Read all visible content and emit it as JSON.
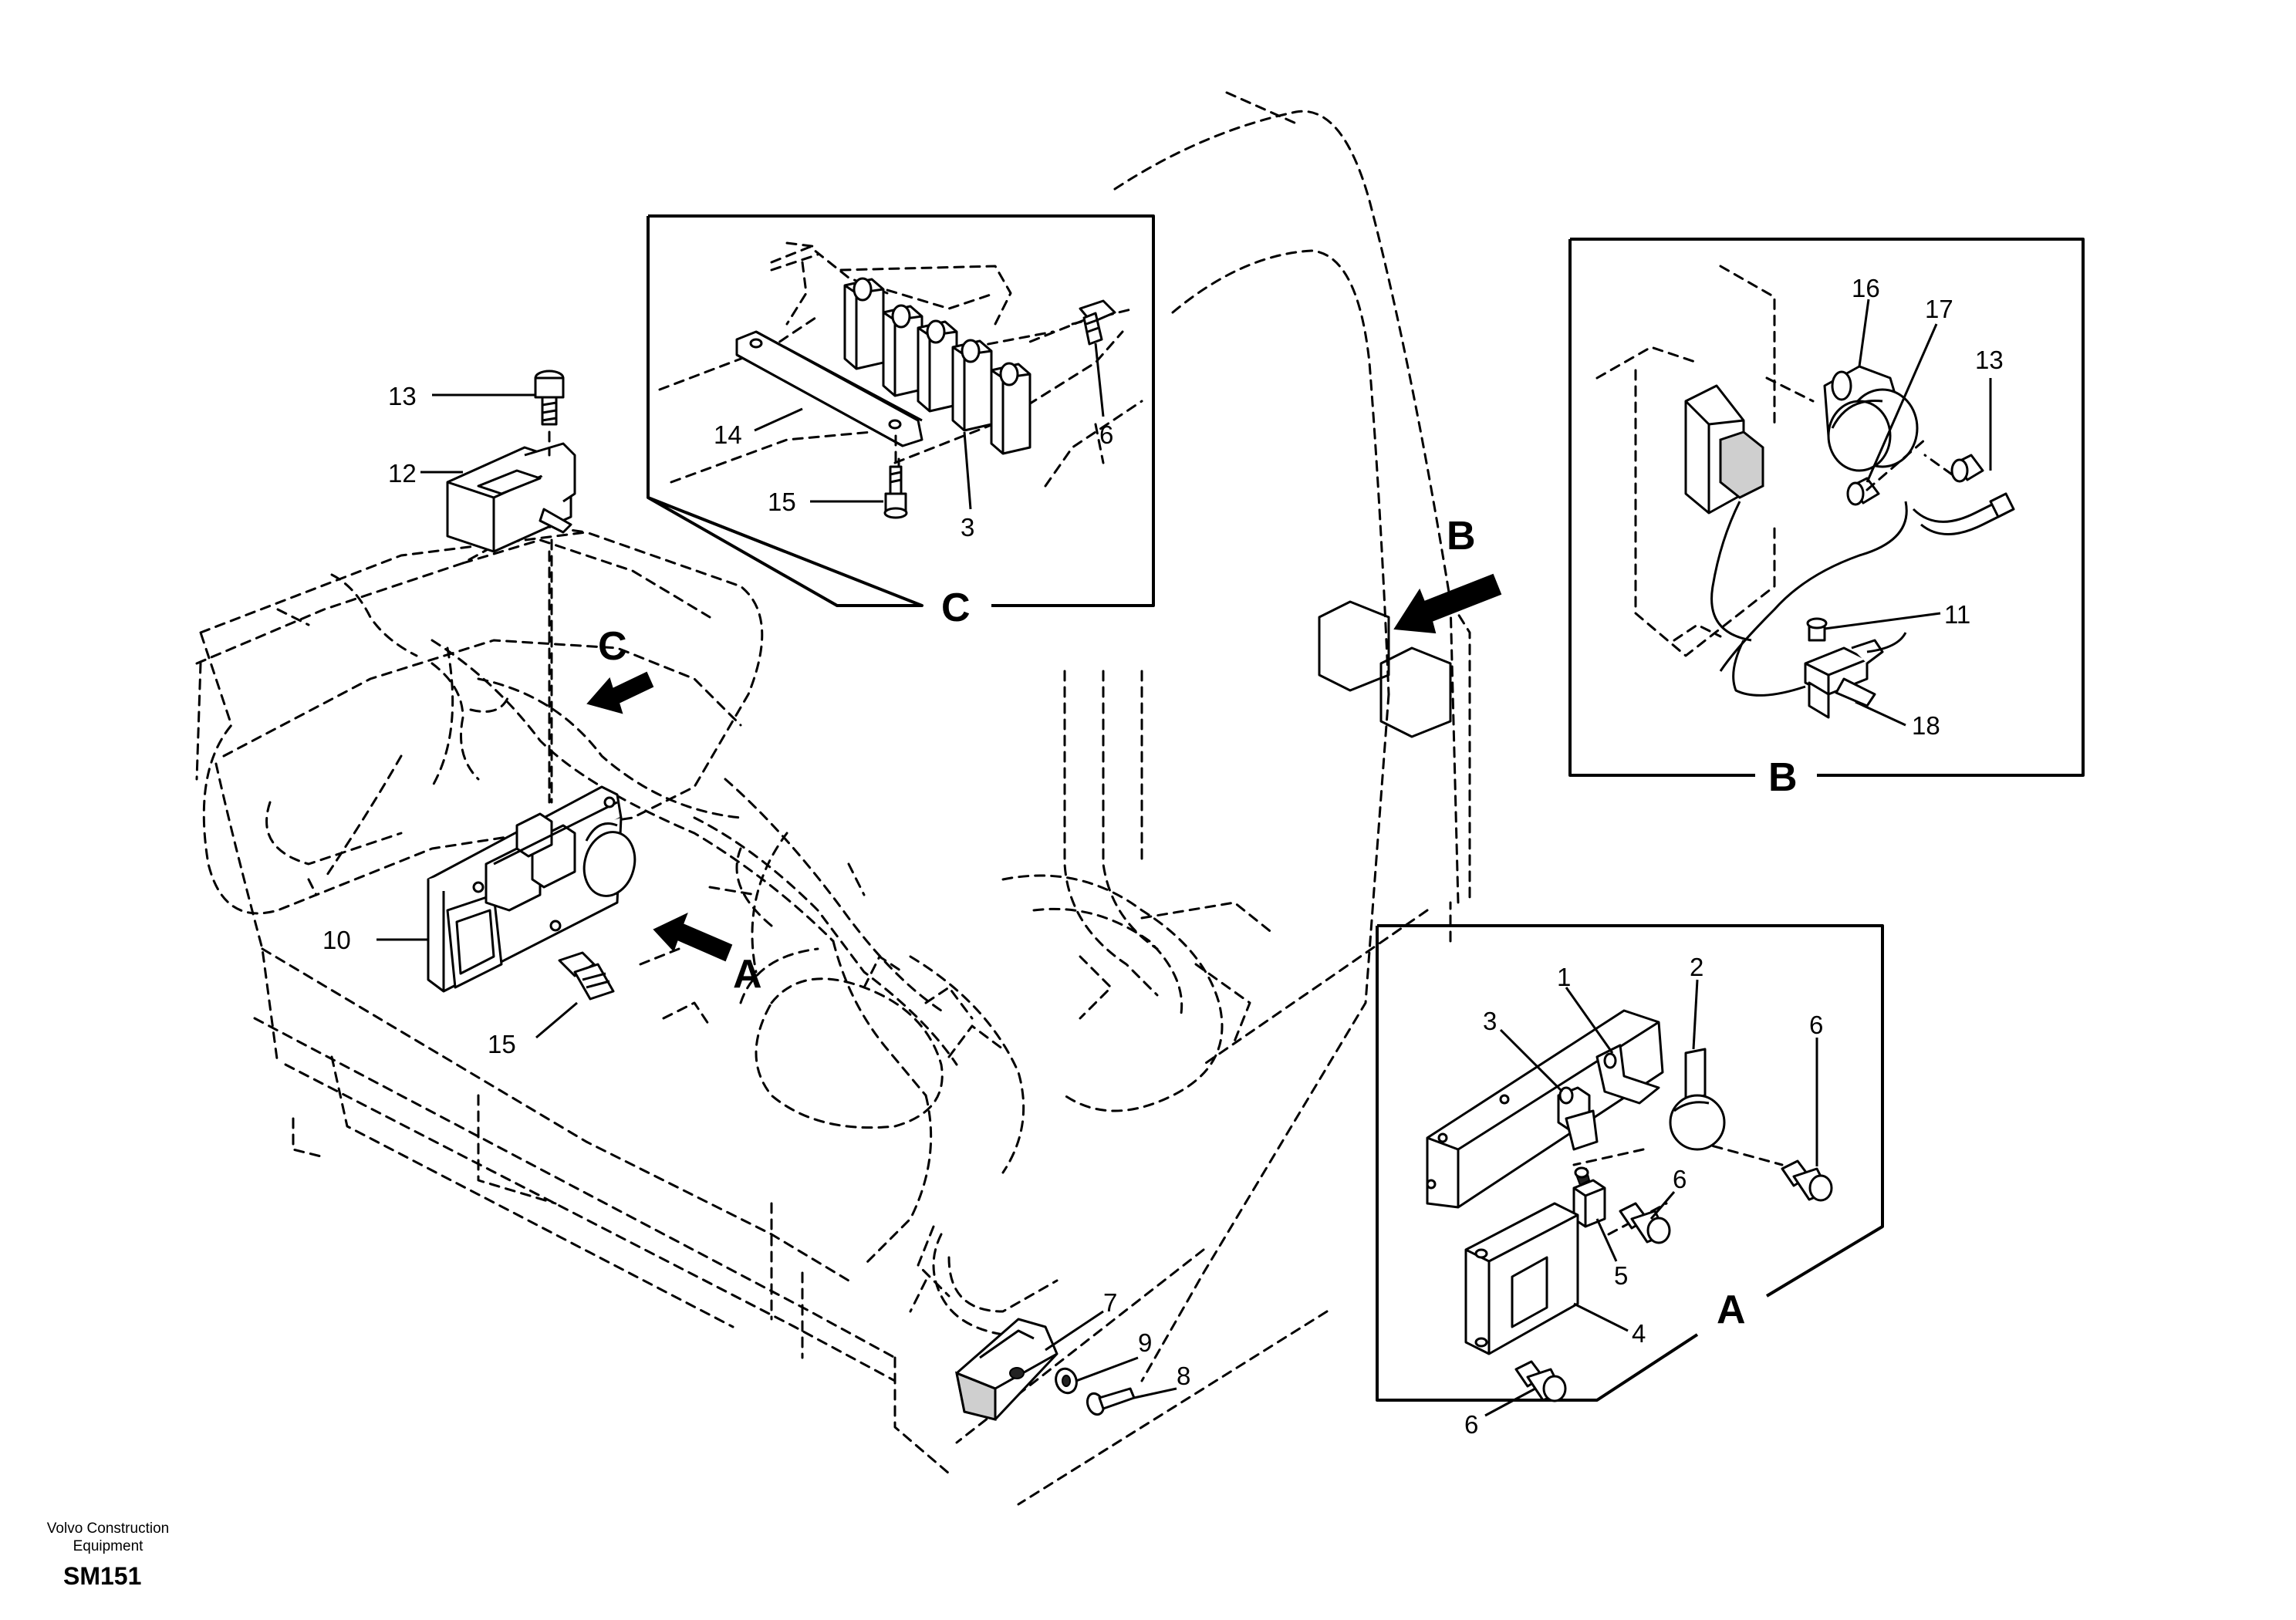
{
  "labels": {
    "n1": "1",
    "n2": "2",
    "n3a": "3",
    "n3c": "3",
    "n4": "4",
    "n5": "5",
    "n6a1": "6",
    "n6a2": "6",
    "n6a3": "6",
    "n6c": "6",
    "n7": "7",
    "n8": "8",
    "n9": "9",
    "n10": "10",
    "n11": "11",
    "n12": "12",
    "n13b": "13",
    "n13": "13",
    "n14": "14",
    "n15c": "15",
    "n15": "15",
    "n16": "16",
    "n17": "17",
    "n18": "18"
  },
  "views": {
    "a_arrow": "A",
    "a_box": "A",
    "b_arrow": "B",
    "b_box": "B",
    "c_arrow": "C",
    "c_box": "C"
  },
  "footer": {
    "brand_line1": "Volvo Construction",
    "brand_line2": "Equipment",
    "ref": "SM151"
  }
}
